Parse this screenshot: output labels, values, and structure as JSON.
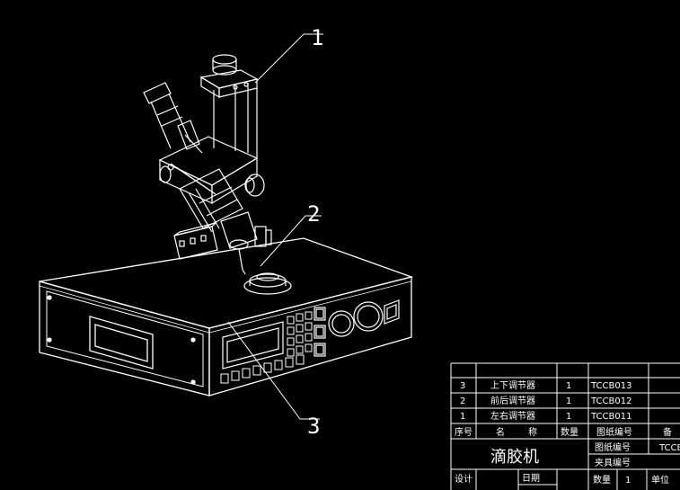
{
  "callouts": [
    "1",
    "2",
    "3"
  ],
  "title_block": {
    "parts": [
      {
        "no": "3",
        "name": "上下调节器",
        "qty": "1",
        "drawing_no": "TCCB013"
      },
      {
        "no": "2",
        "name": "前后调节器",
        "qty": "1",
        "drawing_no": "TCCB012"
      },
      {
        "no": "1",
        "name": "左右调节器",
        "qty": "1",
        "drawing_no": "TCCB011"
      }
    ],
    "header": {
      "no": "序号",
      "name_1": "名",
      "name_2": "称",
      "qty": "数量",
      "drawing_no": "图纸编号",
      "remark": "备"
    },
    "product_name": "滴胶机",
    "drawing_no_label": "图纸编号",
    "drawing_no_value": "TCCB",
    "fixture_no_label": "夹具编号",
    "design_label": "设计",
    "date_label": "日期",
    "quantity_label": "数量",
    "quantity_value": "1",
    "unit_label": "单位"
  }
}
